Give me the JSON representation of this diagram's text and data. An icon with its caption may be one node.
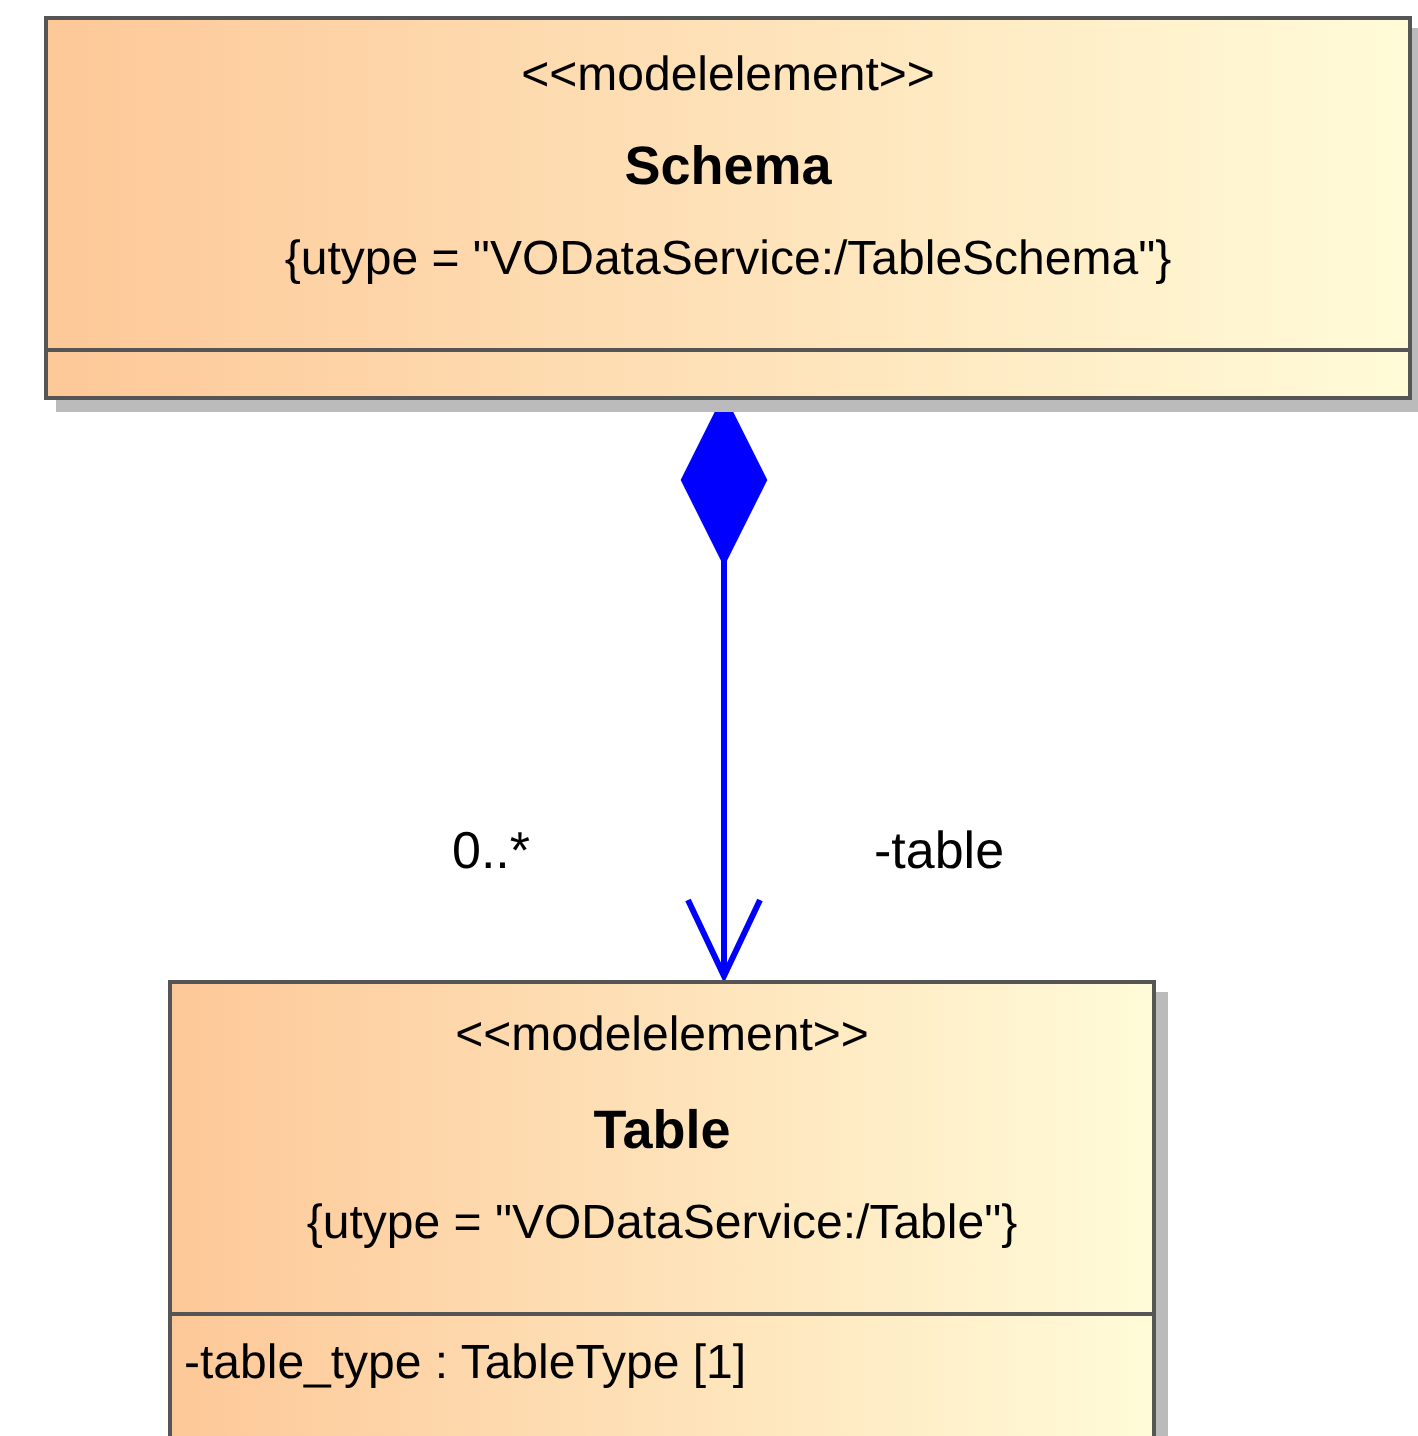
{
  "diagram": {
    "nodes": [
      {
        "text": [
          "<<modelelement>>",
          "Schema",
          "{utype = \"VODataService:/TableSchema\"}"
        ]
      },
      {
        "text": [
          "<<modelelement>>",
          "Table",
          "{utype = \"VODataService:/Table\"}",
          "-table_type : TableType [1]"
        ]
      }
    ],
    "edges": [
      {
        "from": 0,
        "to": 1,
        "arrow": "to",
        "color": "#0000ff"
      }
    ],
    "labels": [
      "0..*",
      "-table"
    ]
  }
}
